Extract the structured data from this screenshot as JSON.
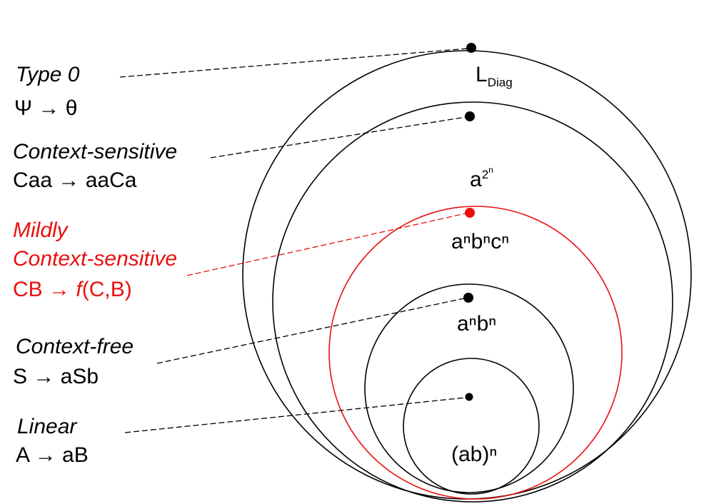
{
  "colors": {
    "default": "#000000",
    "mildly": "#e8100f"
  },
  "levels": [
    {
      "id": "type0",
      "name": "Type 0",
      "rule": "Ψ → θ",
      "language": "L",
      "language_sub": "Diag",
      "color": "default"
    },
    {
      "id": "context-sensitive",
      "name": "Context-sensitive",
      "rule": "Caa → aaCa",
      "language": "a",
      "language_sup": "2",
      "language_sup2": "n",
      "color": "default"
    },
    {
      "id": "mildly",
      "name_line1": "Mildly",
      "name_line2": "Context-sensitive",
      "rule_prefix": "CB → ",
      "rule_func": "f",
      "rule_args": "(C,B)",
      "language": "aⁿbⁿcⁿ",
      "color": "mildly"
    },
    {
      "id": "context-free",
      "name": "Context-free",
      "rule": "S → aSb",
      "language": "aⁿbⁿ",
      "color": "default"
    },
    {
      "id": "linear",
      "name": "Linear",
      "rule": "A → aB",
      "language": "(ab)ⁿ",
      "color": "default"
    }
  ]
}
